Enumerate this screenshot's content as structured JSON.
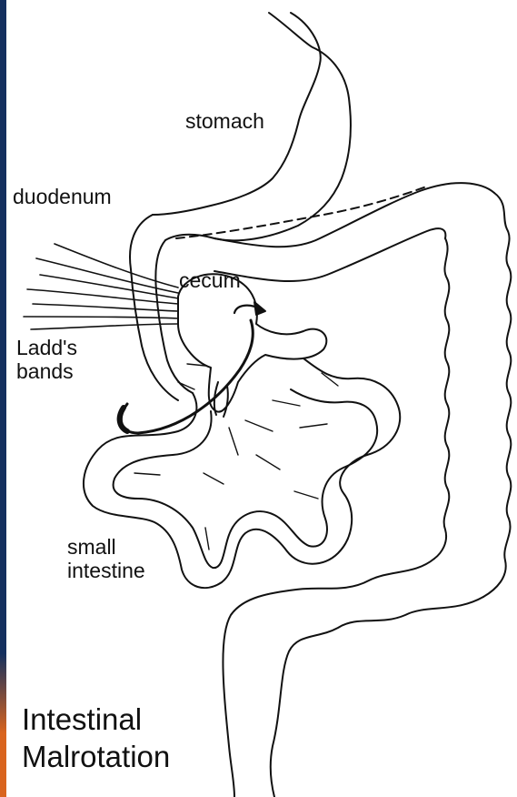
{
  "colors": {
    "background": "#ffffff",
    "line": "#111111",
    "left_strip_top": "#14305f",
    "left_strip_bottom": "#d9641e"
  },
  "labels": {
    "stomach": "stomach",
    "duodenum": "duodenum",
    "cecum": "cecum",
    "ladds_bands_line1": "Ladd's",
    "ladds_bands_line2": "bands",
    "small_intestine_line1": "small",
    "small_intestine_line2": "intestine"
  },
  "title": {
    "line1": "Intestinal",
    "line2": "Malrotation"
  }
}
